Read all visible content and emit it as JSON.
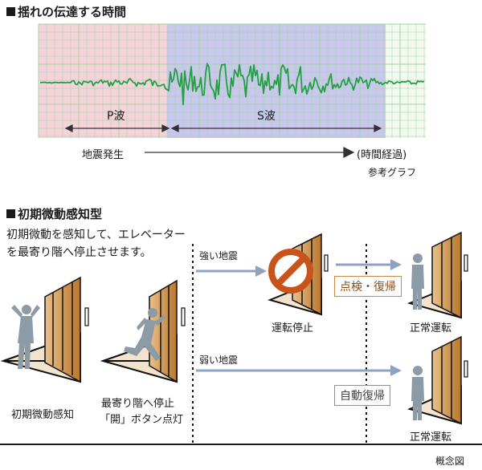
{
  "section1": {
    "title": "揺れの伝達する時間"
  },
  "chart": {
    "p_wave_label": "P波",
    "s_wave_label": "S波",
    "origin_label": "地震発生",
    "elapsed_label": "(時間経過)",
    "reference_label": "参考グラフ",
    "colors": {
      "grid": "#8fd39a",
      "p_zone": "#f4c8d2",
      "s_zone": "#c4c3ea",
      "line": "#22a043"
    }
  },
  "section2": {
    "title": "初期微動感知型",
    "description_line1": "初期微動を感知して、エレベーター",
    "description_line2": "を最寄り階へ停止させます。"
  },
  "flow": {
    "step1_label": "初期微動感知",
    "step2_line1": "最寄り階へ停止",
    "step2_line2": "「開」ボタン点灯",
    "strong_label": "強い地震",
    "weak_label": "弱い地震",
    "stop_label": "運転停止",
    "inspect_label": "点検・復帰",
    "auto_label": "自動復帰",
    "normal_label_top": "正常運転",
    "normal_label_bottom": "正常運転",
    "concept_label": "概念図",
    "colors": {
      "arrow": "#8fa2c0",
      "stop": "#c9541b",
      "door": "#c98a45",
      "person": "#8d9ba6"
    }
  }
}
